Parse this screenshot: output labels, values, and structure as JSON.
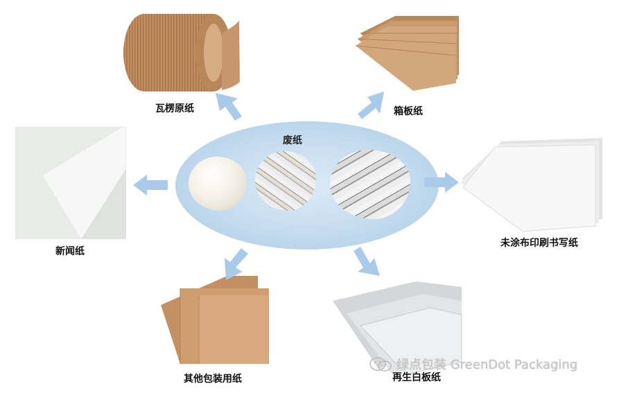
{
  "center": {
    "title": "废纸"
  },
  "labels": {
    "corrugated": "瓦楞原纸",
    "boxboard": "箱板纸",
    "newsprint": "新闻纸",
    "uncoated": "未涂布印刷书写纸",
    "other_packaging": "其他包装用纸",
    "recycled_white": "再生白板纸"
  },
  "watermark": {
    "text": "绿点包装 GreenDot Packaging"
  },
  "colors": {
    "arrow": "#a9cbe9",
    "kraft": "#c89a6c",
    "ellipse": "#c4dbee"
  }
}
